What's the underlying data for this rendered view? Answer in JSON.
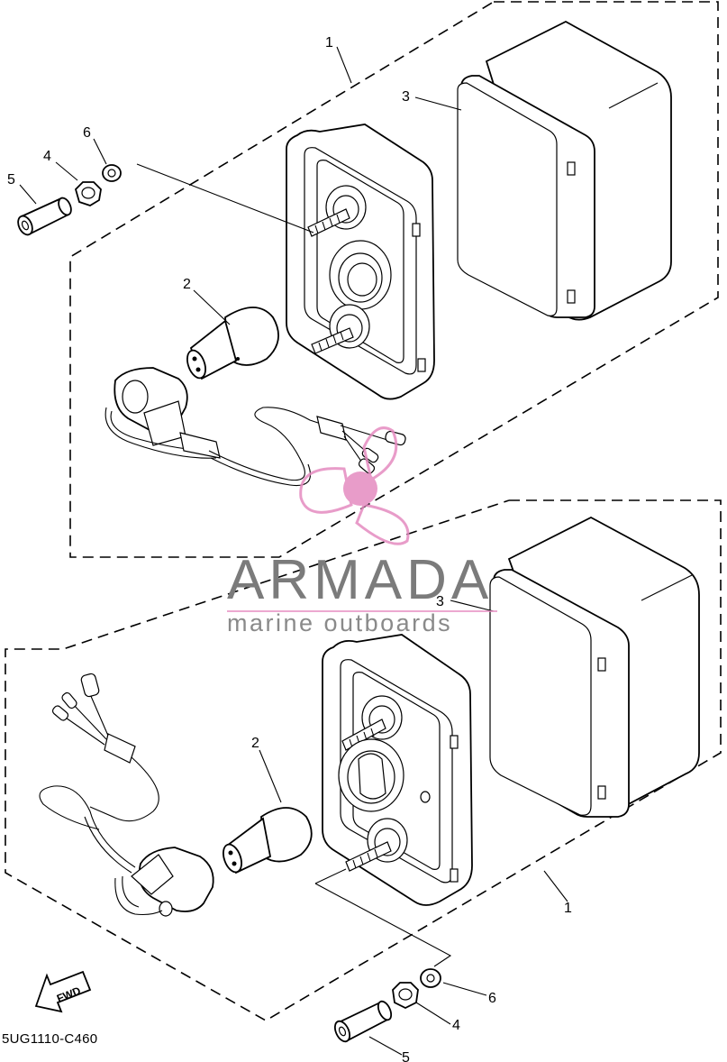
{
  "callouts": {
    "top_assembly": "1",
    "top_bulb": "2",
    "top_lens": "3",
    "top_nut": "4",
    "top_spacer": "5",
    "top_washer": "6",
    "bottom_lens": "3",
    "bottom_bulb": "2",
    "bottom_assembly": "1",
    "bottom_washer": "6",
    "bottom_nut": "4",
    "bottom_spacer": "5"
  },
  "watermark": {
    "brand": "ARMADA",
    "tagline": "marine outboards",
    "brand_color": "#7b7b7b",
    "logo_color": "#e58bc0"
  },
  "fwd_label": "FWD",
  "diagram_code": "5UG1110-C460"
}
